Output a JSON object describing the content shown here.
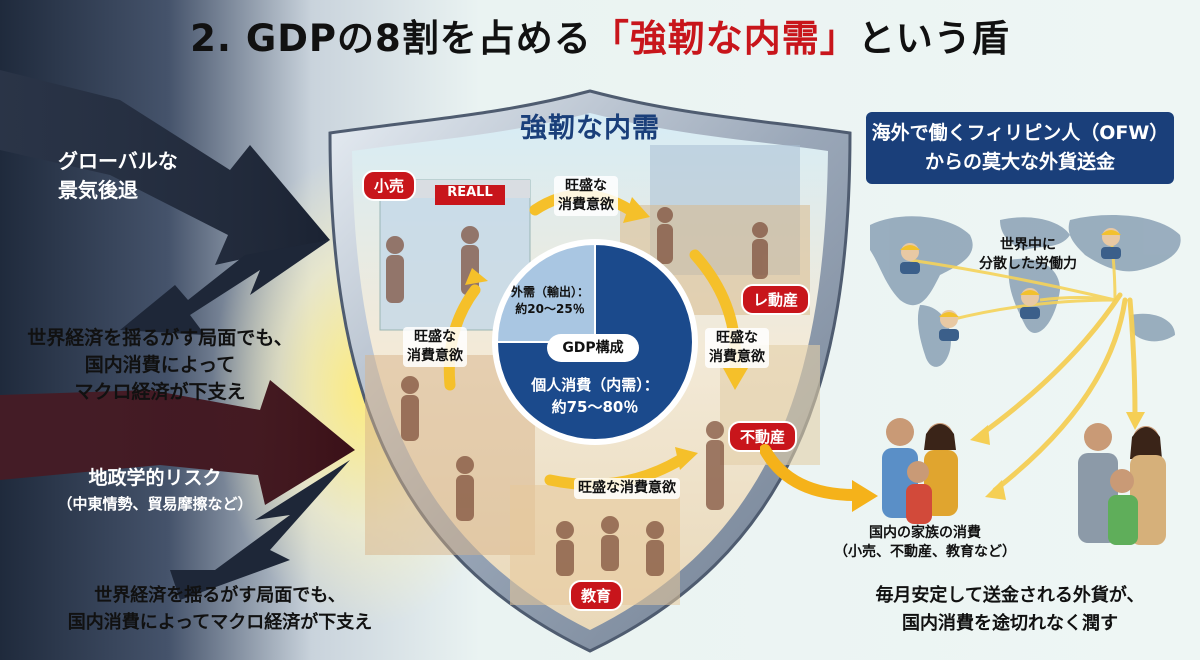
{
  "title": {
    "prefix": "2. GDPの8割を占める",
    "highlight": "「強靭な内需」",
    "suffix": "という盾"
  },
  "shield": {
    "title": "強靭な内需"
  },
  "left_risks": {
    "recession": {
      "line1": "グローバルな",
      "line2": "景気後退"
    },
    "support_text_1": {
      "line1": "世界経済を揺るがす局面でも、",
      "line2": "国内消費によって",
      "line3": "マクロ経済が下支え"
    },
    "geopolitics": {
      "line1": "地政学的リスク",
      "line2": "（中東情勢、貿易摩擦など）"
    },
    "support_text_2": {
      "line1": "世界経済を揺るがす局面でも、",
      "line2": "国内消費によってマクロ経済が下支え"
    }
  },
  "sectors": {
    "retail": "小売",
    "real_estate_top": "レ動産",
    "real_estate": "不動産",
    "education": "教育",
    "shop_sign": "REALL"
  },
  "flow_labels": {
    "top": {
      "line1": "旺盛な",
      "line2": "消費意欲"
    },
    "left": {
      "line1": "旺盛な",
      "line2": "消費意欲"
    },
    "right": {
      "line1": "旺盛な",
      "line2": "消費意欲"
    },
    "bottom": "旺盛な消費意欲"
  },
  "pie": {
    "center_label": "GDP構成",
    "external": {
      "line1": "外需（輸出）：",
      "line2": "約20〜25％"
    },
    "consumption": {
      "line1": "個人消費（内需）：",
      "line2": "約75〜80％"
    }
  },
  "chart_data": {
    "type": "pie",
    "title": "GDP構成",
    "slices": [
      {
        "label": "外需（輸出）",
        "range": "約20〜25％",
        "value": 25
      },
      {
        "label": "個人消費（内需）",
        "range": "約75〜80％",
        "value": 75
      }
    ],
    "colors": [
      "#a9c6e2",
      "#1b4a8c"
    ]
  },
  "ofw": {
    "line1": "海外で働くフィリピン人（OFW）",
    "line2": "からの莫大な外貨送金",
    "map_label": {
      "line1": "世界中に",
      "line2": "分散した労働力"
    }
  },
  "family": {
    "caption": {
      "line1": "国内の家族の消費",
      "line2": "（小売、不動産、教育など）"
    }
  },
  "remittance_text": {
    "line1": "毎月安定して送金される外貨が、",
    "line2": "国内消費を途切れなく潤す"
  },
  "colors": {
    "accent_red": "#c8151b",
    "navy": "#1a3f7a",
    "pie_dark": "#1b4a8c",
    "pie_light": "#a9c6e2",
    "arrow_yellow": "#f5c02a"
  }
}
